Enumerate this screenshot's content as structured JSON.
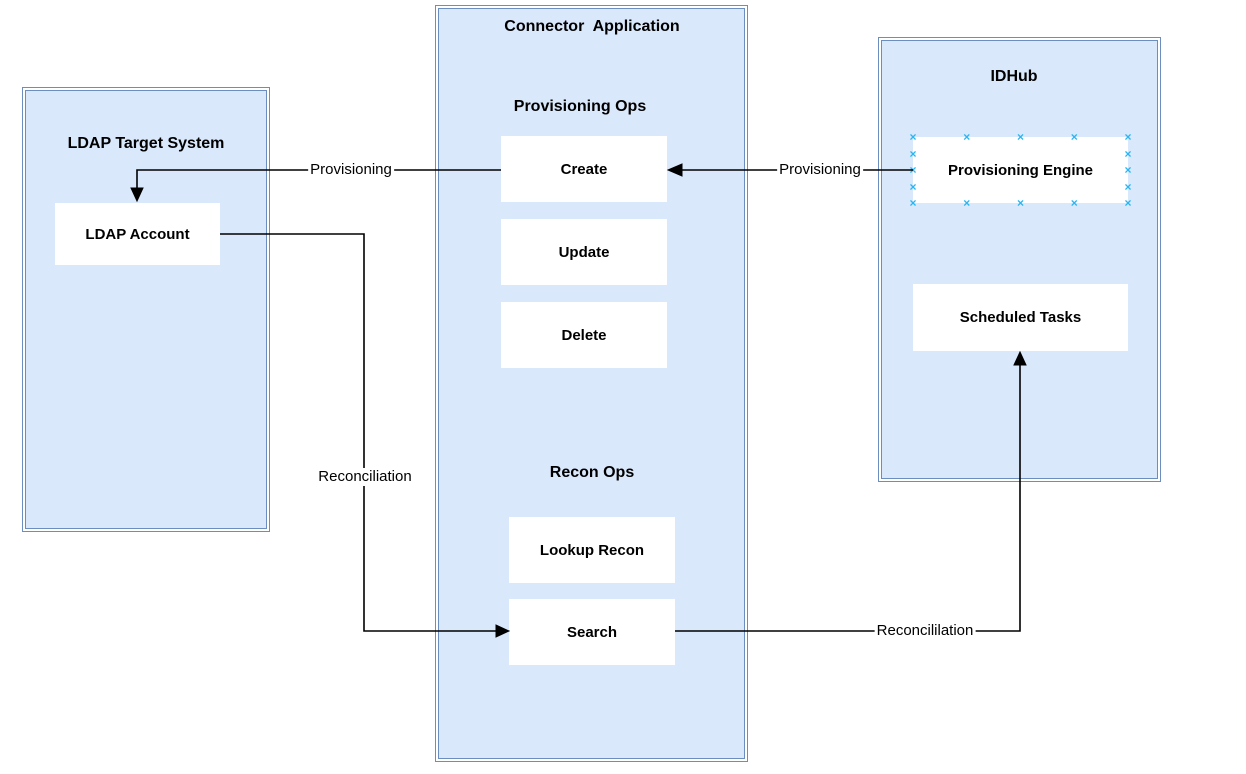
{
  "diagram": {
    "type": "identity-provisioning-flow",
    "containers": {
      "ldap_target_system": {
        "title": "LDAP Target System"
      },
      "connector_application": {
        "title": "Connector  Application",
        "sections": {
          "provisioning_ops": "Provisioning Ops",
          "recon_ops": "Recon Ops"
        }
      },
      "idhub": {
        "title": "IDHub"
      }
    },
    "nodes": {
      "ldap_account": {
        "label": "LDAP Account"
      },
      "create": {
        "label": "Create"
      },
      "update": {
        "label": "Update"
      },
      "delete": {
        "label": "Delete"
      },
      "lookup_recon": {
        "label": "Lookup Recon"
      },
      "search": {
        "label": "Search"
      },
      "provisioning_engine": {
        "label": "Provisioning Engine",
        "selected": true
      },
      "scheduled_tasks": {
        "label": "Scheduled Tasks"
      }
    },
    "edges": {
      "engine_to_create": {
        "label": "Provisioning",
        "from": "provisioning_engine",
        "to": "create"
      },
      "create_to_ldap_account": {
        "label": "Provisioning",
        "from": "create",
        "to": "ldap_account"
      },
      "ldap_account_to_search": {
        "label": "Reconciliation",
        "from": "ldap_account",
        "to": "search"
      },
      "search_to_scheduled_tasks": {
        "label": "Reconcililation",
        "from": "search",
        "to": "scheduled_tasks"
      }
    },
    "colors": {
      "container_fill": "#dae8fc",
      "container_border": "#6c8ebf",
      "node_fill": "#ffffff",
      "edge": "#000000",
      "connection_point": "#29b6f2",
      "text": "#000000",
      "canvas": "#ffffff"
    },
    "icons": {
      "connection_point_char": "×"
    }
  }
}
